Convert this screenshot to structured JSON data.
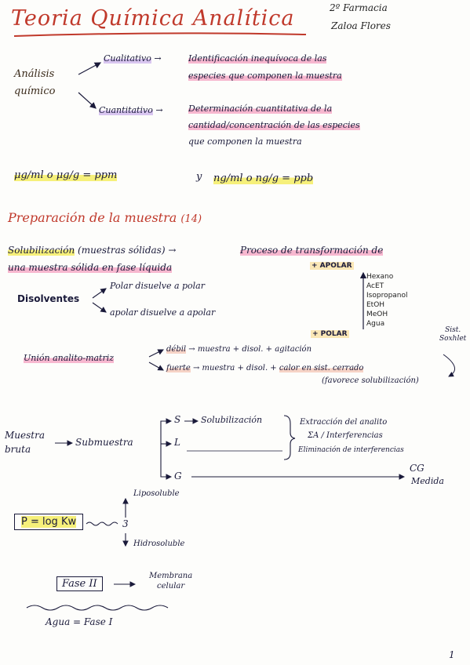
{
  "header": {
    "title": "Teoria Química Analítica",
    "course": "2º Farmacia",
    "author": "Zaloa Flores"
  },
  "analisis": {
    "root": "Análisis químico",
    "cualitativo": {
      "label": "Cualitativo",
      "desc_1": "Identificación inequívoca de las",
      "desc_2": "especies que componen la muestra"
    },
    "cuantitativo": {
      "label": "Cuantitativo",
      "desc_1": "Determinación cuantitativa de la",
      "desc_2": "cantidad/concentración de las especies",
      "desc_3": "que componen la muestra"
    }
  },
  "units": {
    "ppm": "μg/ml o μg/g = ppm",
    "y": "y",
    "ppb": "ng/ml o ng/g = ppb"
  },
  "preparacion": {
    "heading": "Preparación de la muestra",
    "page_ref": "(14)",
    "solubilizacion_label": "Solubilización",
    "solubilizacion_paren": "(muestras sólidas)",
    "proceso_1": "Proceso de transformación de",
    "proceso_2": "una muestra sólida en fase líquida",
    "disolventes": "Disolventes",
    "polar_rule": "Polar disuelve a polar",
    "apolar_rule": "apolar disuelve a apolar",
    "apolar_tag": "+ APOLAR",
    "polar_tag": "+ POLAR",
    "solvents": [
      "Hexano",
      "AcET",
      "Isopropanol",
      "EtOH",
      "MeOH",
      "Agua"
    ],
    "union": "Unión analito-matriz",
    "debil": "débil",
    "debil_rest": "muestra + disol. + agitación",
    "fuerte": "fuerte",
    "fuerte_mid": "muestra + disol. +",
    "fuerte_rest": "calor en sist. cerrado",
    "favorece": "(favorece solubilización)",
    "soxhlet_1": "Sist.",
    "soxhlet_2": "Soxhlet"
  },
  "flow": {
    "muestra_1": "Muestra",
    "muestra_2": "bruta",
    "submuestra": "Submuestra",
    "s": "S",
    "solubilizacion": "Solubilización",
    "l": "L",
    "g": "G",
    "extraccion": "Extracción del analito",
    "interferencias": "ΣA / Interferencias",
    "eliminacion": "Eliminación de interferencias",
    "cg": "CG",
    "medida": "Medida"
  },
  "partition": {
    "p_box": "P = log Kw",
    "value": "3",
    "up": "Liposoluble",
    "down": "Hidrosoluble",
    "fase2": "Fase II",
    "membrana_1": "Membrana",
    "membrana_2": "celular",
    "agua": "Agua = Fase I"
  },
  "page_number": "1"
}
